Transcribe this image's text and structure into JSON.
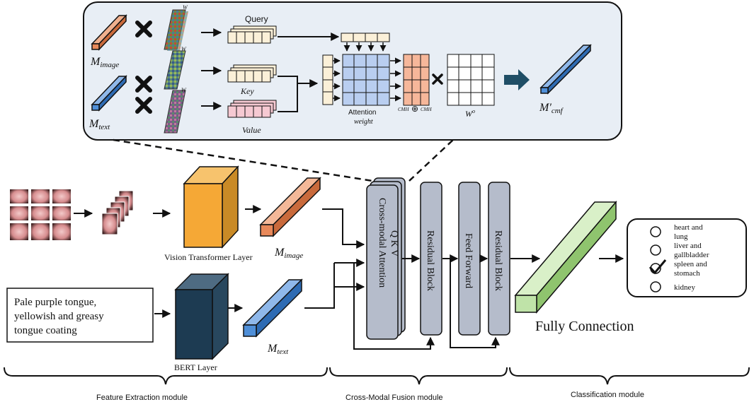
{
  "attention_panel": {
    "m_image": "M",
    "m_image_sub": "image",
    "m_text": "M",
    "m_text_sub": "text",
    "wq_labels": [
      "W",
      "W",
      "W"
    ],
    "query": "Query",
    "key": "Key",
    "value": "Value",
    "attention_weight_line1": "Attention",
    "attention_weight_line2": "weight",
    "cmh_left": "CMH",
    "cmh_right": "CMH",
    "wo": "W",
    "wo_sup": "o",
    "m_cmf": "M′",
    "m_cmf_sub": "cmf"
  },
  "pipeline": {
    "vit_label": "Vision Transformer Layer",
    "bert_label": "BERT Layer",
    "m_image": "M",
    "m_image_sub": "image",
    "m_text": "M",
    "m_text_sub": "text",
    "text_input_lines": [
      "Pale purple tongue,",
      "yellowish and greasy",
      "tongue coating"
    ],
    "cross_modal_attention": "Cross-modal Attention",
    "qkv": "Q    K    V",
    "residual_block_1": "Residual Block",
    "feed_forward": "Feed Forward",
    "residual_block_2": "Residual Block",
    "fully_connection": "Fully Connection"
  },
  "classification_options": [
    {
      "line1": "heart and",
      "line2": "lung",
      "checked": false
    },
    {
      "line1": "liver and",
      "line2": "gallbladder",
      "checked": false
    },
    {
      "line1": "spleen and",
      "line2": "stomach",
      "checked": true
    },
    {
      "line1": "kidney",
      "line2": "",
      "checked": false
    }
  ],
  "modules": {
    "feature_extraction": "Feature Extraction module",
    "cross_modal_fusion": "Cross-Modal Fusion module",
    "classification": "Classification module"
  },
  "colors": {
    "image_orange": "#e8895a",
    "text_blue": "#4f8fd8",
    "vit_orange": "#f5a836",
    "bert_navy": "#1d3b52",
    "fc_green": "#bfe3a8",
    "block_gray": "#b5bccb",
    "panel_bg": "#e8eef5"
  }
}
